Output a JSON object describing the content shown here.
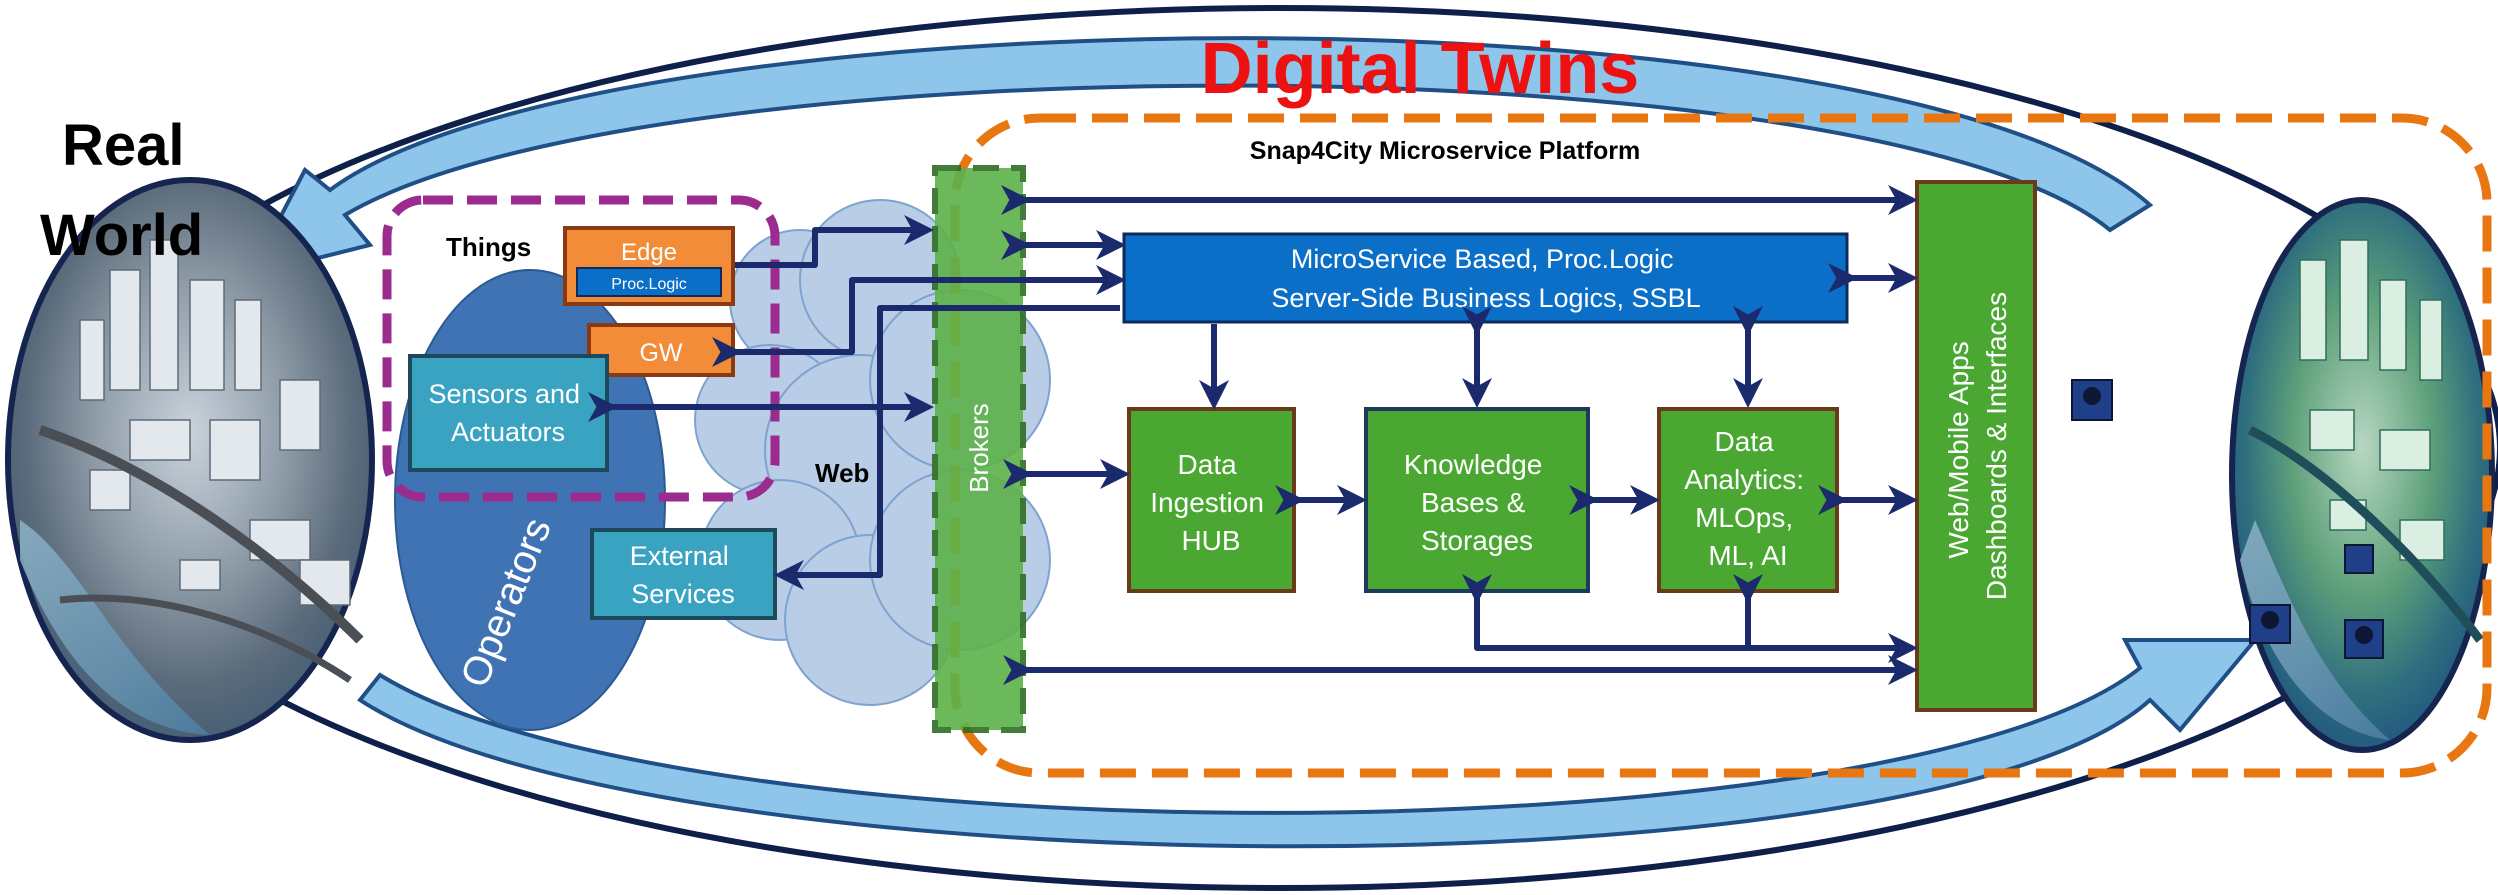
{
  "title": "Digital Twins",
  "real_world_label": [
    "Real",
    "World"
  ],
  "platform_label": "Snap4City Microservice Platform",
  "things_label": "Things",
  "web_label": "Web",
  "operators_label": "Operators",
  "brokers_label": "Brokers",
  "edge": {
    "label": "Edge",
    "sub_label": "Proc.Logic"
  },
  "gw_label": "GW",
  "sensors_label": [
    "Sensors and",
    "Actuators"
  ],
  "external_label": [
    "External",
    "Services"
  ],
  "microservice_label": [
    "MicroService Based, Proc.Logic",
    "Server-Side Business Logics, SSBL"
  ],
  "ingestion_label": [
    "Data",
    "Ingestion",
    "HUB"
  ],
  "knowledge_label": [
    "Knowledge",
    "Bases &",
    "Storages"
  ],
  "analytics_label": [
    "Data",
    "Analytics:",
    "MLOps,",
    "ML, AI"
  ],
  "webapps_label": [
    "Web/Mobile Apps",
    "Dashboards & Interfaces"
  ],
  "colors": {
    "title": "#ee1111",
    "arrow": "#1a2a6c",
    "green_box": "#4aa832",
    "blue_box": "#0b6fc7",
    "orange_dash": "#e87711",
    "purple_dash": "#9b2b8e",
    "teal_box": "#3aa3c2",
    "orange_box": "#f28c38",
    "cloud": "#b9cde6",
    "operators_ellipse": "#3f73b4"
  }
}
